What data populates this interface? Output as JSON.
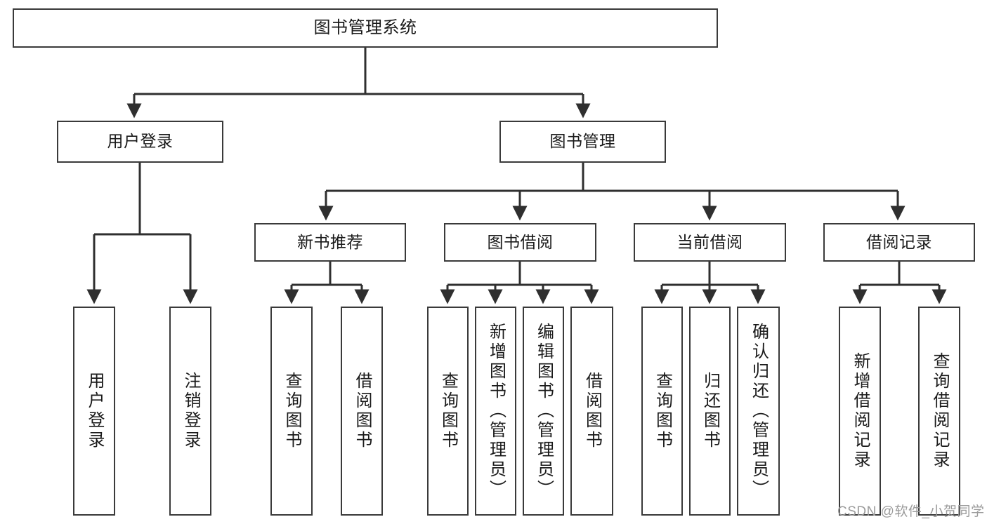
{
  "diagram": {
    "title": "图书管理系统",
    "type": "tree-hierarchy-diagram",
    "colors": {
      "box_border": "#3a3a3a",
      "box_fill": "#ffffff",
      "connector": "#2f2f2f",
      "text": "#1a1a1a",
      "watermark": "#9b9b9b"
    },
    "root": {
      "label": "图书管理系统"
    },
    "level2": [
      {
        "label": "用户登录"
      },
      {
        "label": "图书管理"
      }
    ],
    "level3": [
      {
        "label": "新书推荐"
      },
      {
        "label": "图书借阅"
      },
      {
        "label": "当前借阅"
      },
      {
        "label": "借阅记录"
      }
    ],
    "leaves": {
      "user_login": [
        {
          "label": "用户登录"
        },
        {
          "label": "注销登录"
        }
      ],
      "new_book_recommend": [
        {
          "label": "查询图书"
        },
        {
          "label": "借阅图书"
        }
      ],
      "book_borrow": [
        {
          "label": "查询图书"
        },
        {
          "label": "新增图书（管理员）"
        },
        {
          "label": "编辑图书（管理员）"
        },
        {
          "label": "借阅图书"
        }
      ],
      "current_borrow": [
        {
          "label": "查询图书"
        },
        {
          "label": "归还图书"
        },
        {
          "label": "确认归还（管理员）"
        }
      ],
      "borrow_record": [
        {
          "label": "新增借阅记录"
        },
        {
          "label": "查询借阅记录"
        }
      ]
    }
  },
  "watermark": {
    "text": "CSDN @软件_小贺同学"
  }
}
